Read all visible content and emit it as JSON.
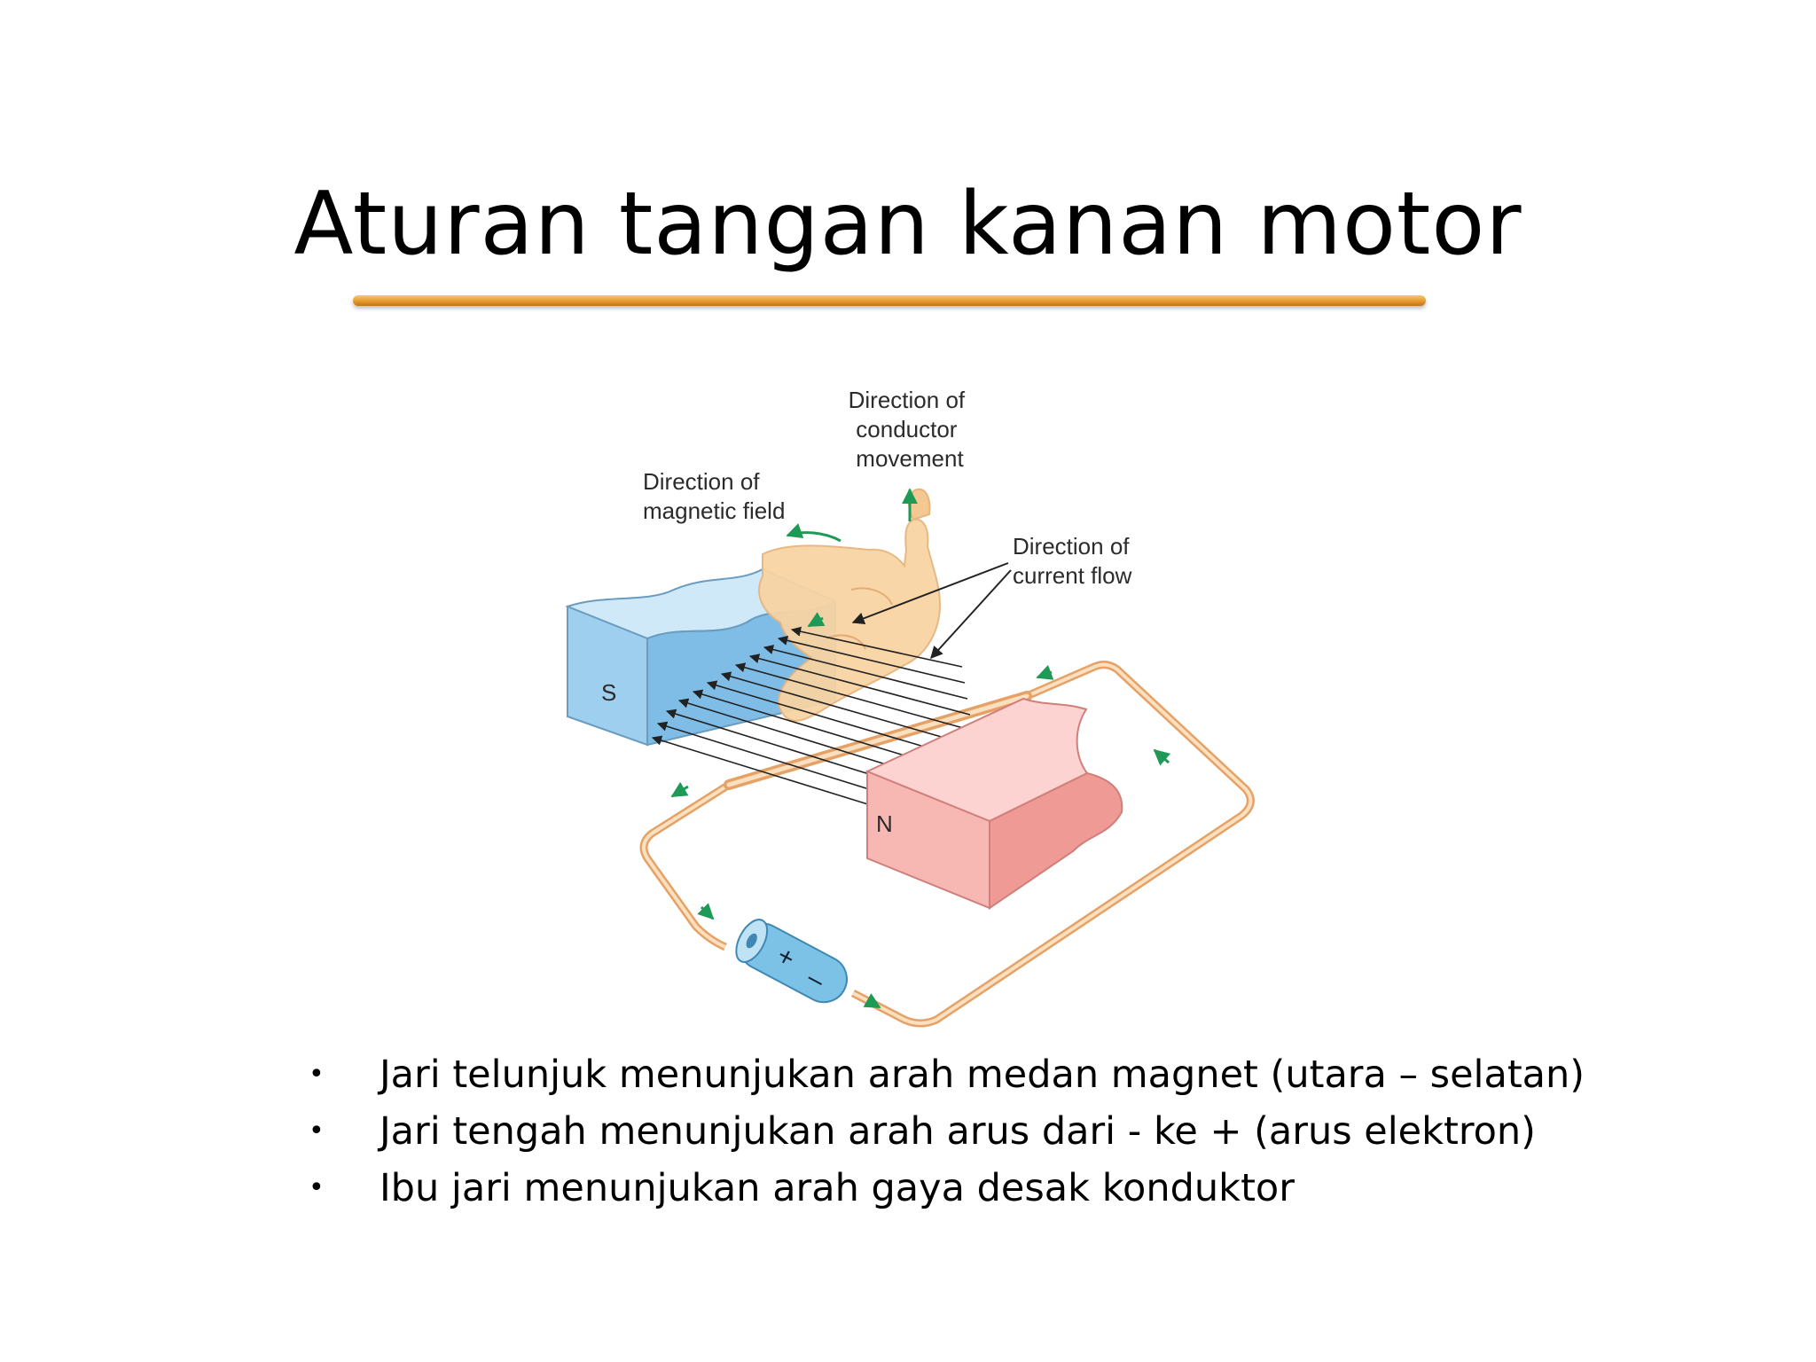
{
  "slide": {
    "title": "Aturan tangan kanan motor"
  },
  "diagram": {
    "labels": {
      "conductor_movement": [
        "Direction of",
        "conductor",
        "movement"
      ],
      "magnetic_field": [
        "Direction of",
        "magnetic field"
      ],
      "current_flow": [
        "Direction of",
        "current flow"
      ],
      "south_pole": "S",
      "north_pole": "N",
      "battery_plus": "+",
      "battery_minus": "–"
    },
    "colors": {
      "south_magnet": "#a9d5f0",
      "north_magnet": "#f6b8b5",
      "wire": "#f0b57a",
      "hand": "#f8d4a4",
      "arrow_green": "#1e9a56",
      "field_lines": "#222222"
    }
  },
  "bullets": [
    "Jari telunjuk menunjukan arah medan magnet (utara – selatan)",
    "Jari tengah menunjukan arah arus dari - ke + (arus elektron)",
    "Ibu jari menunjukan arah gaya desak konduktor"
  ]
}
